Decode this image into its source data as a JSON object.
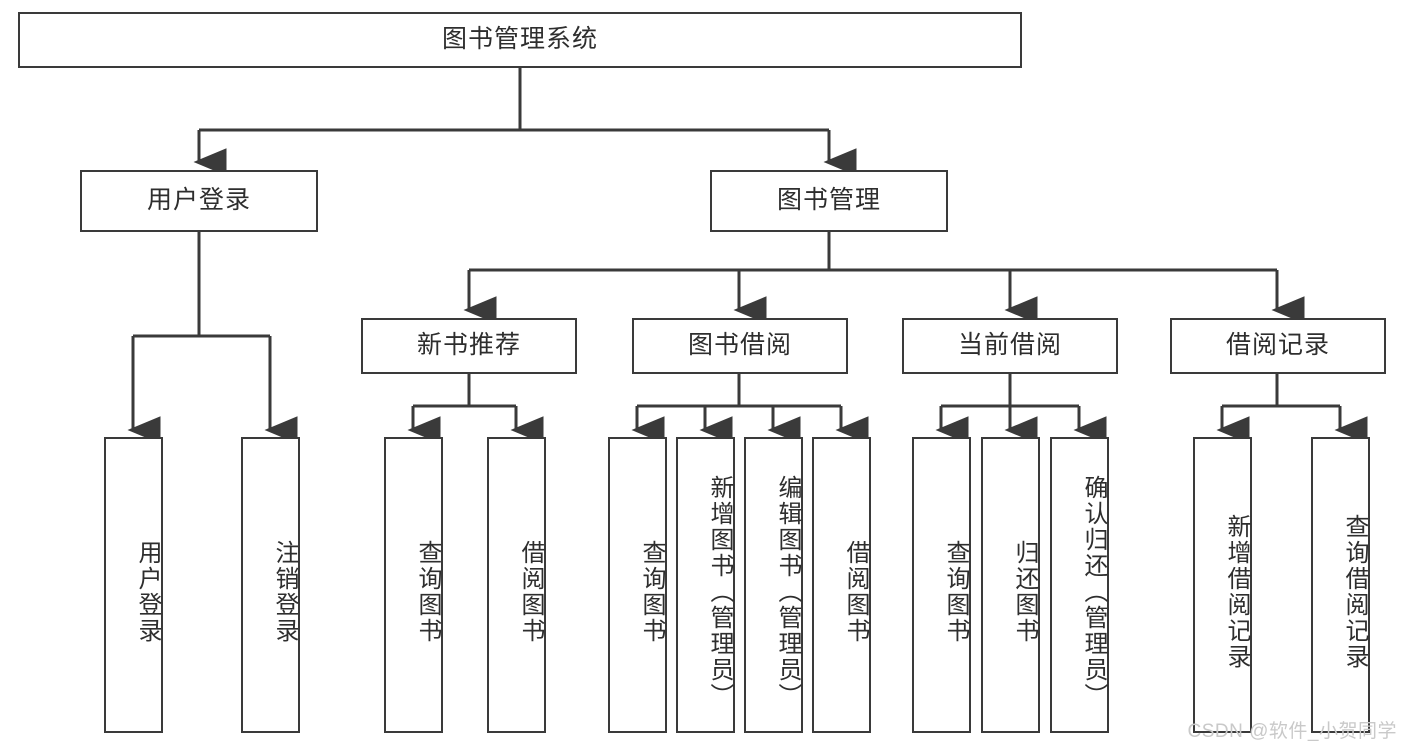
{
  "diagram": {
    "title": "图书管理系统",
    "type": "hierarchy-tree",
    "root": {
      "label": "图书管理系统"
    },
    "level2": [
      {
        "label": "用户登录"
      },
      {
        "label": "图书管理"
      }
    ],
    "level3": [
      {
        "label": "新书推荐"
      },
      {
        "label": "图书借阅"
      },
      {
        "label": "当前借阅"
      },
      {
        "label": "借阅记录"
      }
    ],
    "leaves": {
      "user_login": [
        {
          "label": "用户登录"
        },
        {
          "label": "注销登录"
        }
      ],
      "new_book_recommend": [
        {
          "label": "查询图书"
        },
        {
          "label": "借阅图书"
        }
      ],
      "book_borrow": [
        {
          "label": "查询图书"
        },
        {
          "label": "新增图书（管理员）"
        },
        {
          "label": "编辑图书（管理员）"
        },
        {
          "label": "借阅图书"
        }
      ],
      "current_borrow": [
        {
          "label": "查询图书"
        },
        {
          "label": "归还图书"
        },
        {
          "label": "确认归还（管理员）"
        }
      ],
      "borrow_record": [
        {
          "label": "新增借阅记录"
        },
        {
          "label": "查询借阅记录"
        }
      ]
    }
  },
  "watermark": {
    "text": "CSDN @软件_小贺同学"
  },
  "colors": {
    "stroke": "#3a3a3a",
    "text": "#2e2e2e",
    "background": "#ffffff",
    "watermark": "#c9c9c9"
  }
}
